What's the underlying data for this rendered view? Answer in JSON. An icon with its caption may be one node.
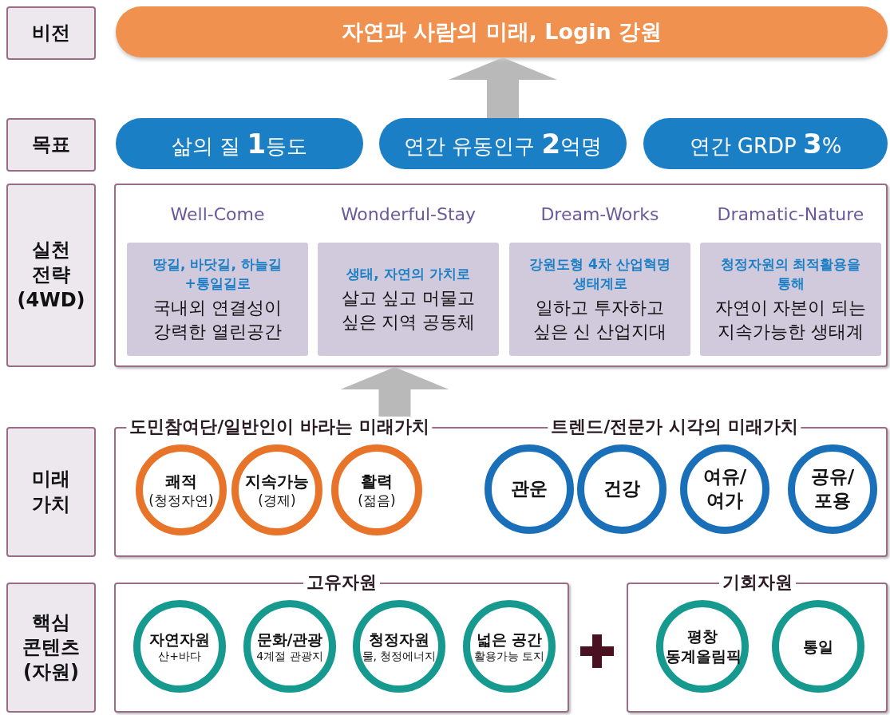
{
  "diagram": {
    "nodes": [
      {
        "text": [
          "비전"
        ]
      },
      {
        "text": [
          "자연과 사람의 미래, Login 강원"
        ]
      },
      {
        "text": [
          "목표"
        ]
      },
      {
        "text": [
          "삶의 질 **1**등도"
        ]
      },
      {
        "text": [
          "연간 유동인구 **2**억명"
        ]
      },
      {
        "text": [
          "연간 GRDP **3**%"
        ]
      },
      {
        "text": [
          "실천 전략 (4WD)"
        ]
      },
      {
        "text": [],
        "shape": "box"
      },
      {
        "text": [
          "Well-Come",
          "땅길, 바닷길, 하늘길+통일길로",
          "국내외 연결성이 강력한 열린공간"
        ],
        "in": 7
      },
      {
        "text": [
          "Wonderful-Stay",
          "생태, 자연의 가치로",
          "살고 싶고 머물고 싶은 지역 공동체"
        ],
        "in": 7
      },
      {
        "text": [
          "Dream-Works",
          "강원도형 4차 산업혁명 생태계로",
          "일하고 투자하고 싶은 신 산업지대"
        ],
        "in": 7
      },
      {
        "text": [
          "Dramatic-Nature",
          "청정자원의 최적활용을 통해",
          "자연이 자본이 되는 지속가능한 생태계"
        ],
        "in": 7
      },
      {
        "text": [
          "미래 가치"
        ]
      },
      {
        "text": [
          "도민참여단/일반인이 바라는 미래가치",
          "트렌드/전문가 시각의 미래가치"
        ]
      },
      {
        "text": [
          "쾌적",
          "(청정자연)"
        ],
        "in": 13
      },
      {
        "text": [
          "지속가능",
          "(경제)"
        ],
        "in": 13
      },
      {
        "text": [
          "활력",
          "(젊음)"
        ],
        "in": 13
      },
      {
        "text": [
          "관운"
        ],
        "in": 13
      },
      {
        "text": [
          "건강"
        ],
        "in": 13
      },
      {
        "text": [
          "여유/ 여가"
        ],
        "in": 13
      },
      {
        "text": [
          "공유/ 포용"
        ],
        "in": 13
      },
      {
        "text": [
          "핵심 콘텐츠 (자원)"
        ]
      },
      {
        "text": [
          "고유자원"
        ]
      },
      {
        "text": [
          "자연자원",
          "산+바다"
        ],
        "in": 22
      },
      {
        "text": [
          "문화/관광",
          "4계절 관광지"
        ],
        "in": 22
      },
      {
        "text": [
          "청정자원",
          "물, 청정에너지"
        ],
        "in": 22
      },
      {
        "text": [
          "넓은 공간",
          "활용가능 토지"
        ],
        "in": 22
      },
      {
        "text": [
          "기회자원"
        ]
      },
      {
        "text": [
          "평창 동계올림픽"
        ],
        "in": 27
      },
      {
        "text": [
          "통일"
        ],
        "in": 27
      }
    ],
    "edges": [
      {
        "from": 4,
        "to": 1,
        "arrow": "to",
        "color": "#b9b9b9"
      },
      {
        "from": 13,
        "to": 7,
        "arrow": "to",
        "color": "#b9b9b9"
      }
    ]
  }
}
